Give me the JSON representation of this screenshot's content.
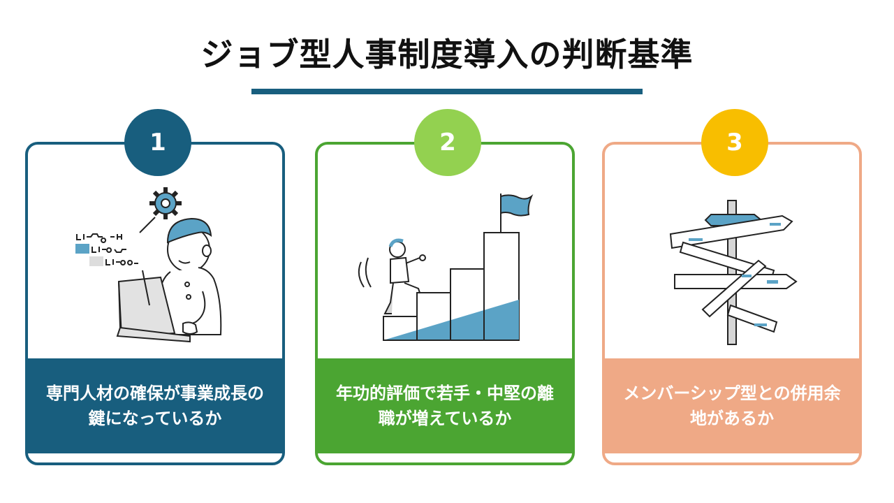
{
  "title": "ジョブ型人事制度導入の判断基準",
  "colors": {
    "title_bar": "#185E7E",
    "card1": "#185E7E",
    "card2": "#4BA532",
    "card2_badge": "#93D150",
    "card3": "#EFA986",
    "card3_badge": "#F8BE00",
    "illustration_accent": "#5BA3C6"
  },
  "cards": [
    {
      "number": "1",
      "text": "専門人材の確保が事業成長の鍵になっているか",
      "illustration": "person-coding-laptop-gear-icon"
    },
    {
      "number": "2",
      "text": "年功的評価で若手・中堅の離職が増えているか",
      "illustration": "person-climbing-stairs-flag-icon"
    },
    {
      "number": "3",
      "text": "メンバーシップ型との併用余地があるか",
      "illustration": "signpost-arrows-icon"
    }
  ]
}
